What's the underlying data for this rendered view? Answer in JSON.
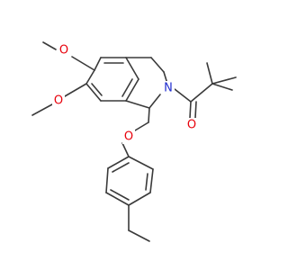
{
  "molecule": {
    "atoms": {
      "o_methoxy_top": "O",
      "o_methoxy_bottom": "O",
      "n_ring": "N",
      "o_ether": "O",
      "o_carbonyl": "O"
    },
    "colors": {
      "bond": "#3a3a3a",
      "oxygen": "#e8000b",
      "nitrogen": "#1f2ccf",
      "background": "#ffffff"
    }
  }
}
